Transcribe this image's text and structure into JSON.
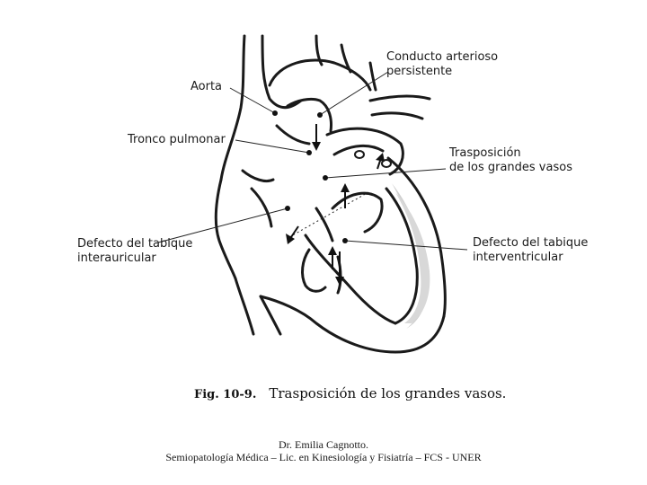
{
  "labels": {
    "conducto_line1": "Conducto arterioso",
    "conducto_line2": "persistente",
    "aorta": "Aorta",
    "tronco": "Tronco pulmonar",
    "trasposicion_line1": "Trasposición",
    "trasposicion_line2": "de los grandes vasos",
    "dia_line1": "Defecto del tabique",
    "dia_line2": "interauricular",
    "div_line1": "Defecto del tabique",
    "div_line2": "interventricular"
  },
  "figure": {
    "number": "Fig. 10-9.",
    "title": "Trasposición de los grandes vasos."
  },
  "footer": {
    "author": "Dr. Emilia Cagnotto.",
    "course": "Semiopatología Médica – Lic. en Kinesiología y Fisiatría – FCS - UNER"
  }
}
